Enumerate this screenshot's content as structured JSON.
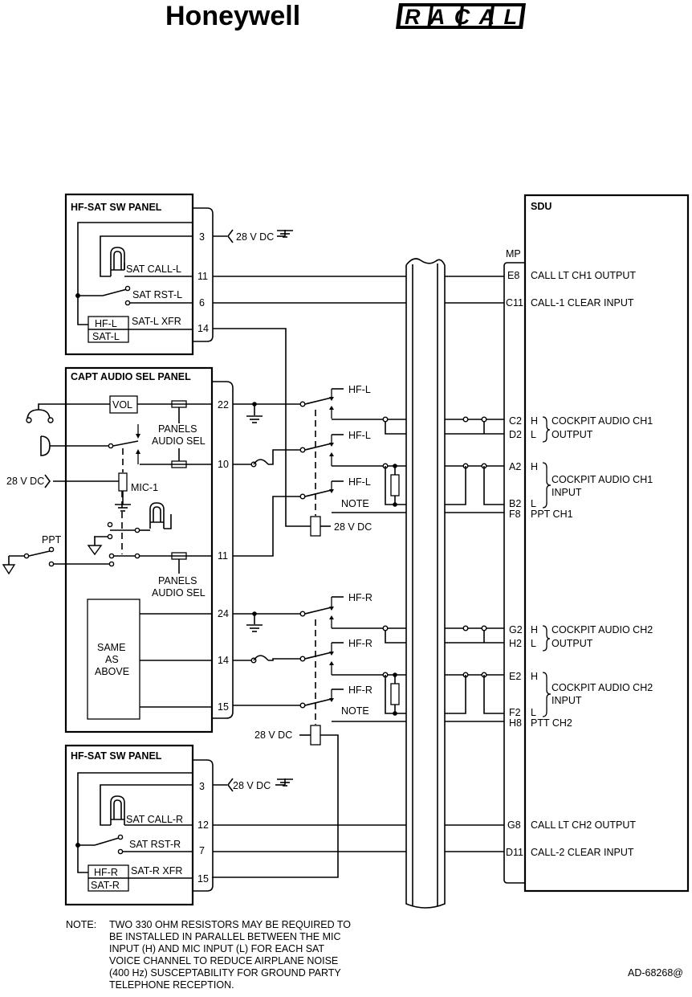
{
  "logos": {
    "honeywell": "Honeywell",
    "racal": "RACAL"
  },
  "sat_panel_l": {
    "title": "HF-SAT SW PANEL",
    "pins": [
      "3",
      "11",
      "6",
      "14"
    ],
    "sat_call": "SAT CALL-L",
    "sat_rst": "SAT RST-L",
    "xfr": "SAT-L XFR",
    "hf": "HF-L",
    "sat": "SAT-L",
    "power": "28 V DC"
  },
  "capt_panel": {
    "title": "CAPT AUDIO SEL PANEL",
    "pins": [
      "22",
      "10",
      "11",
      "24",
      "14",
      "15"
    ],
    "vol": "VOL",
    "panels": "PANELS",
    "audio_sel": "AUDIO SEL",
    "power": "28 V DC",
    "mic": "MIC-1",
    "ppt": "PPT",
    "same": "SAME",
    "as": "AS",
    "above": "ABOVE"
  },
  "relays": {
    "hf_l": "HF-L",
    "hf_r": "HF-R",
    "note": "NOTE",
    "power": "28 V DC"
  },
  "sat_panel_r": {
    "title": "HF-SAT SW PANEL",
    "pins": [
      "3",
      "12",
      "7",
      "15"
    ],
    "sat_call": "SAT CALL-R",
    "sat_rst": "SAT RST-R",
    "xfr": "SAT-R XFR",
    "hf": "HF-R",
    "sat": "SAT-R",
    "power": "28 V DC"
  },
  "sdu": {
    "title": "SDU",
    "mp": "MP",
    "pins": [
      "E8",
      "C11",
      "C2",
      "D2",
      "A2",
      "B2",
      "F8",
      "G2",
      "H2",
      "E2",
      "F2",
      "H8",
      "G8",
      "D11"
    ],
    "h": "H",
    "l": "L",
    "call_lt_ch1": "CALL LT CH1 OUTPUT",
    "call1_clear": "CALL-1 CLEAR INPUT",
    "cockpit_audio_ch1": "COCKPIT AUDIO CH1",
    "output": "OUTPUT",
    "input": "INPUT",
    "ppt_ch1": "PPT CH1",
    "cockpit_audio_ch2": "COCKPIT AUDIO CH2",
    "ptt_ch2": "PTT CH2",
    "call_lt_ch2": "CALL LT CH2 OUTPUT",
    "call2_clear": "CALL-2 CLEAR INPUT"
  },
  "note": {
    "label": "NOTE:",
    "lines": [
      "TWO 330 OHM RESISTORS MAY BE REQUIRED TO",
      "BE INSTALLED IN PARALLEL BETWEEN THE MIC",
      "INPUT (H) AND MIC INPUT (L) FOR EACH SAT",
      "VOICE CHANNEL TO REDUCE AIRPLANE NOISE",
      "(400 Hz) SUSCEPTABILITY FOR GROUND PARTY",
      "TELEPHONE RECEPTION."
    ]
  },
  "ref": "AD-68268@"
}
